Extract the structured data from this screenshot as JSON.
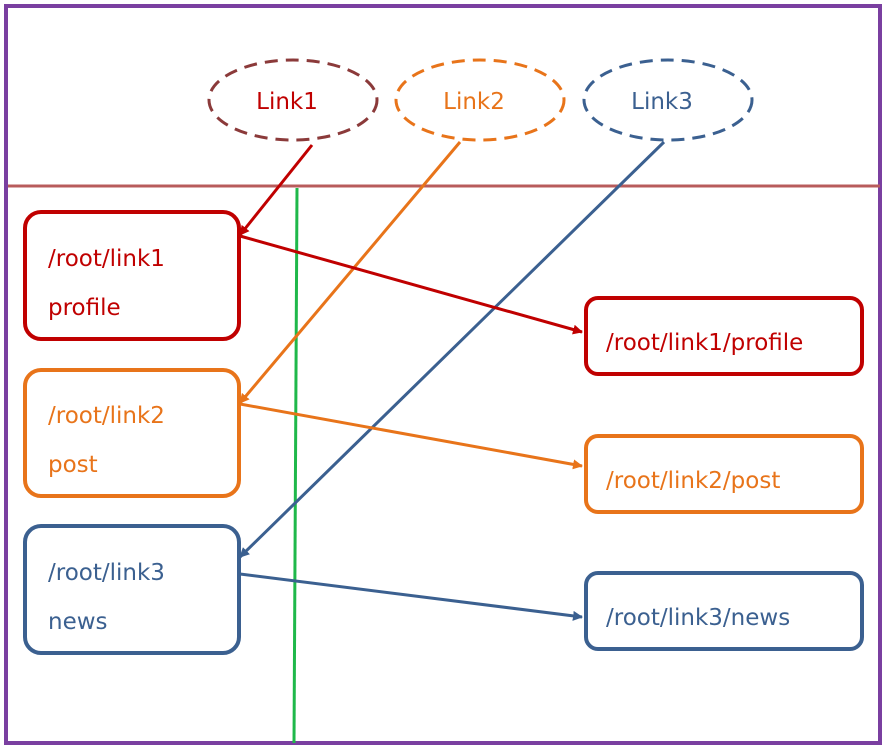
{
  "colors": {
    "frame": "#7a3fa0",
    "divider": "#b85c5c",
    "guide": "#1fb84a",
    "red": "#c00000",
    "red_dark": "#8b3a3a",
    "orange": "#e8741a",
    "blue": "#3b6090"
  },
  "links": [
    {
      "id": "link1",
      "label": "Link1"
    },
    {
      "id": "link2",
      "label": "Link2"
    },
    {
      "id": "link3",
      "label": "Link3"
    }
  ],
  "routes": [
    {
      "id": "link1",
      "path": "/root/link1",
      "child": "profile"
    },
    {
      "id": "link2",
      "path": "/root/link2",
      "child": "post"
    },
    {
      "id": "link3",
      "path": "/root/link3",
      "child": "news"
    }
  ],
  "targets": [
    {
      "id": "link1",
      "full_path": "/root/link1/profile"
    },
    {
      "id": "link2",
      "full_path": "/root/link2/post"
    },
    {
      "id": "link3",
      "full_path": "/root/link3/news"
    }
  ]
}
